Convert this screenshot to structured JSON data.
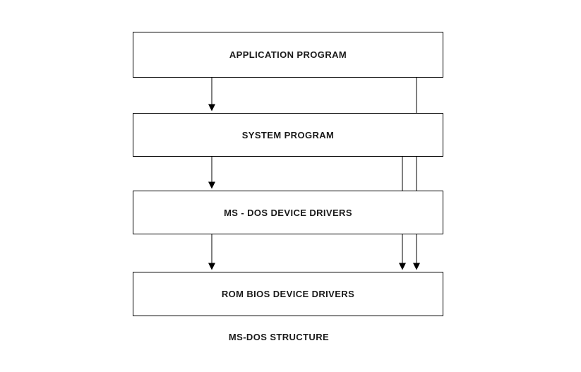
{
  "diagram": {
    "title_caption": "MS-DOS STRUCTURE",
    "boxes": [
      {
        "label": "APPLICATION PROGRAM"
      },
      {
        "label": "SYSTEM PROGRAM"
      },
      {
        "label": "MS - DOS DEVICE DRIVERS"
      },
      {
        "label": "ROM BIOS DEVICE DRIVERS"
      }
    ],
    "arrows": [
      {
        "name": "application-to-system"
      },
      {
        "name": "system-to-msdos-drivers"
      },
      {
        "name": "msdos-drivers-to-rom-bios"
      },
      {
        "name": "application-to-rom-bios"
      },
      {
        "name": "system-to-rom-bios"
      }
    ],
    "colors": {
      "stroke": "#000000",
      "box_fill": "#ffffff",
      "background": "#ffffff"
    }
  }
}
